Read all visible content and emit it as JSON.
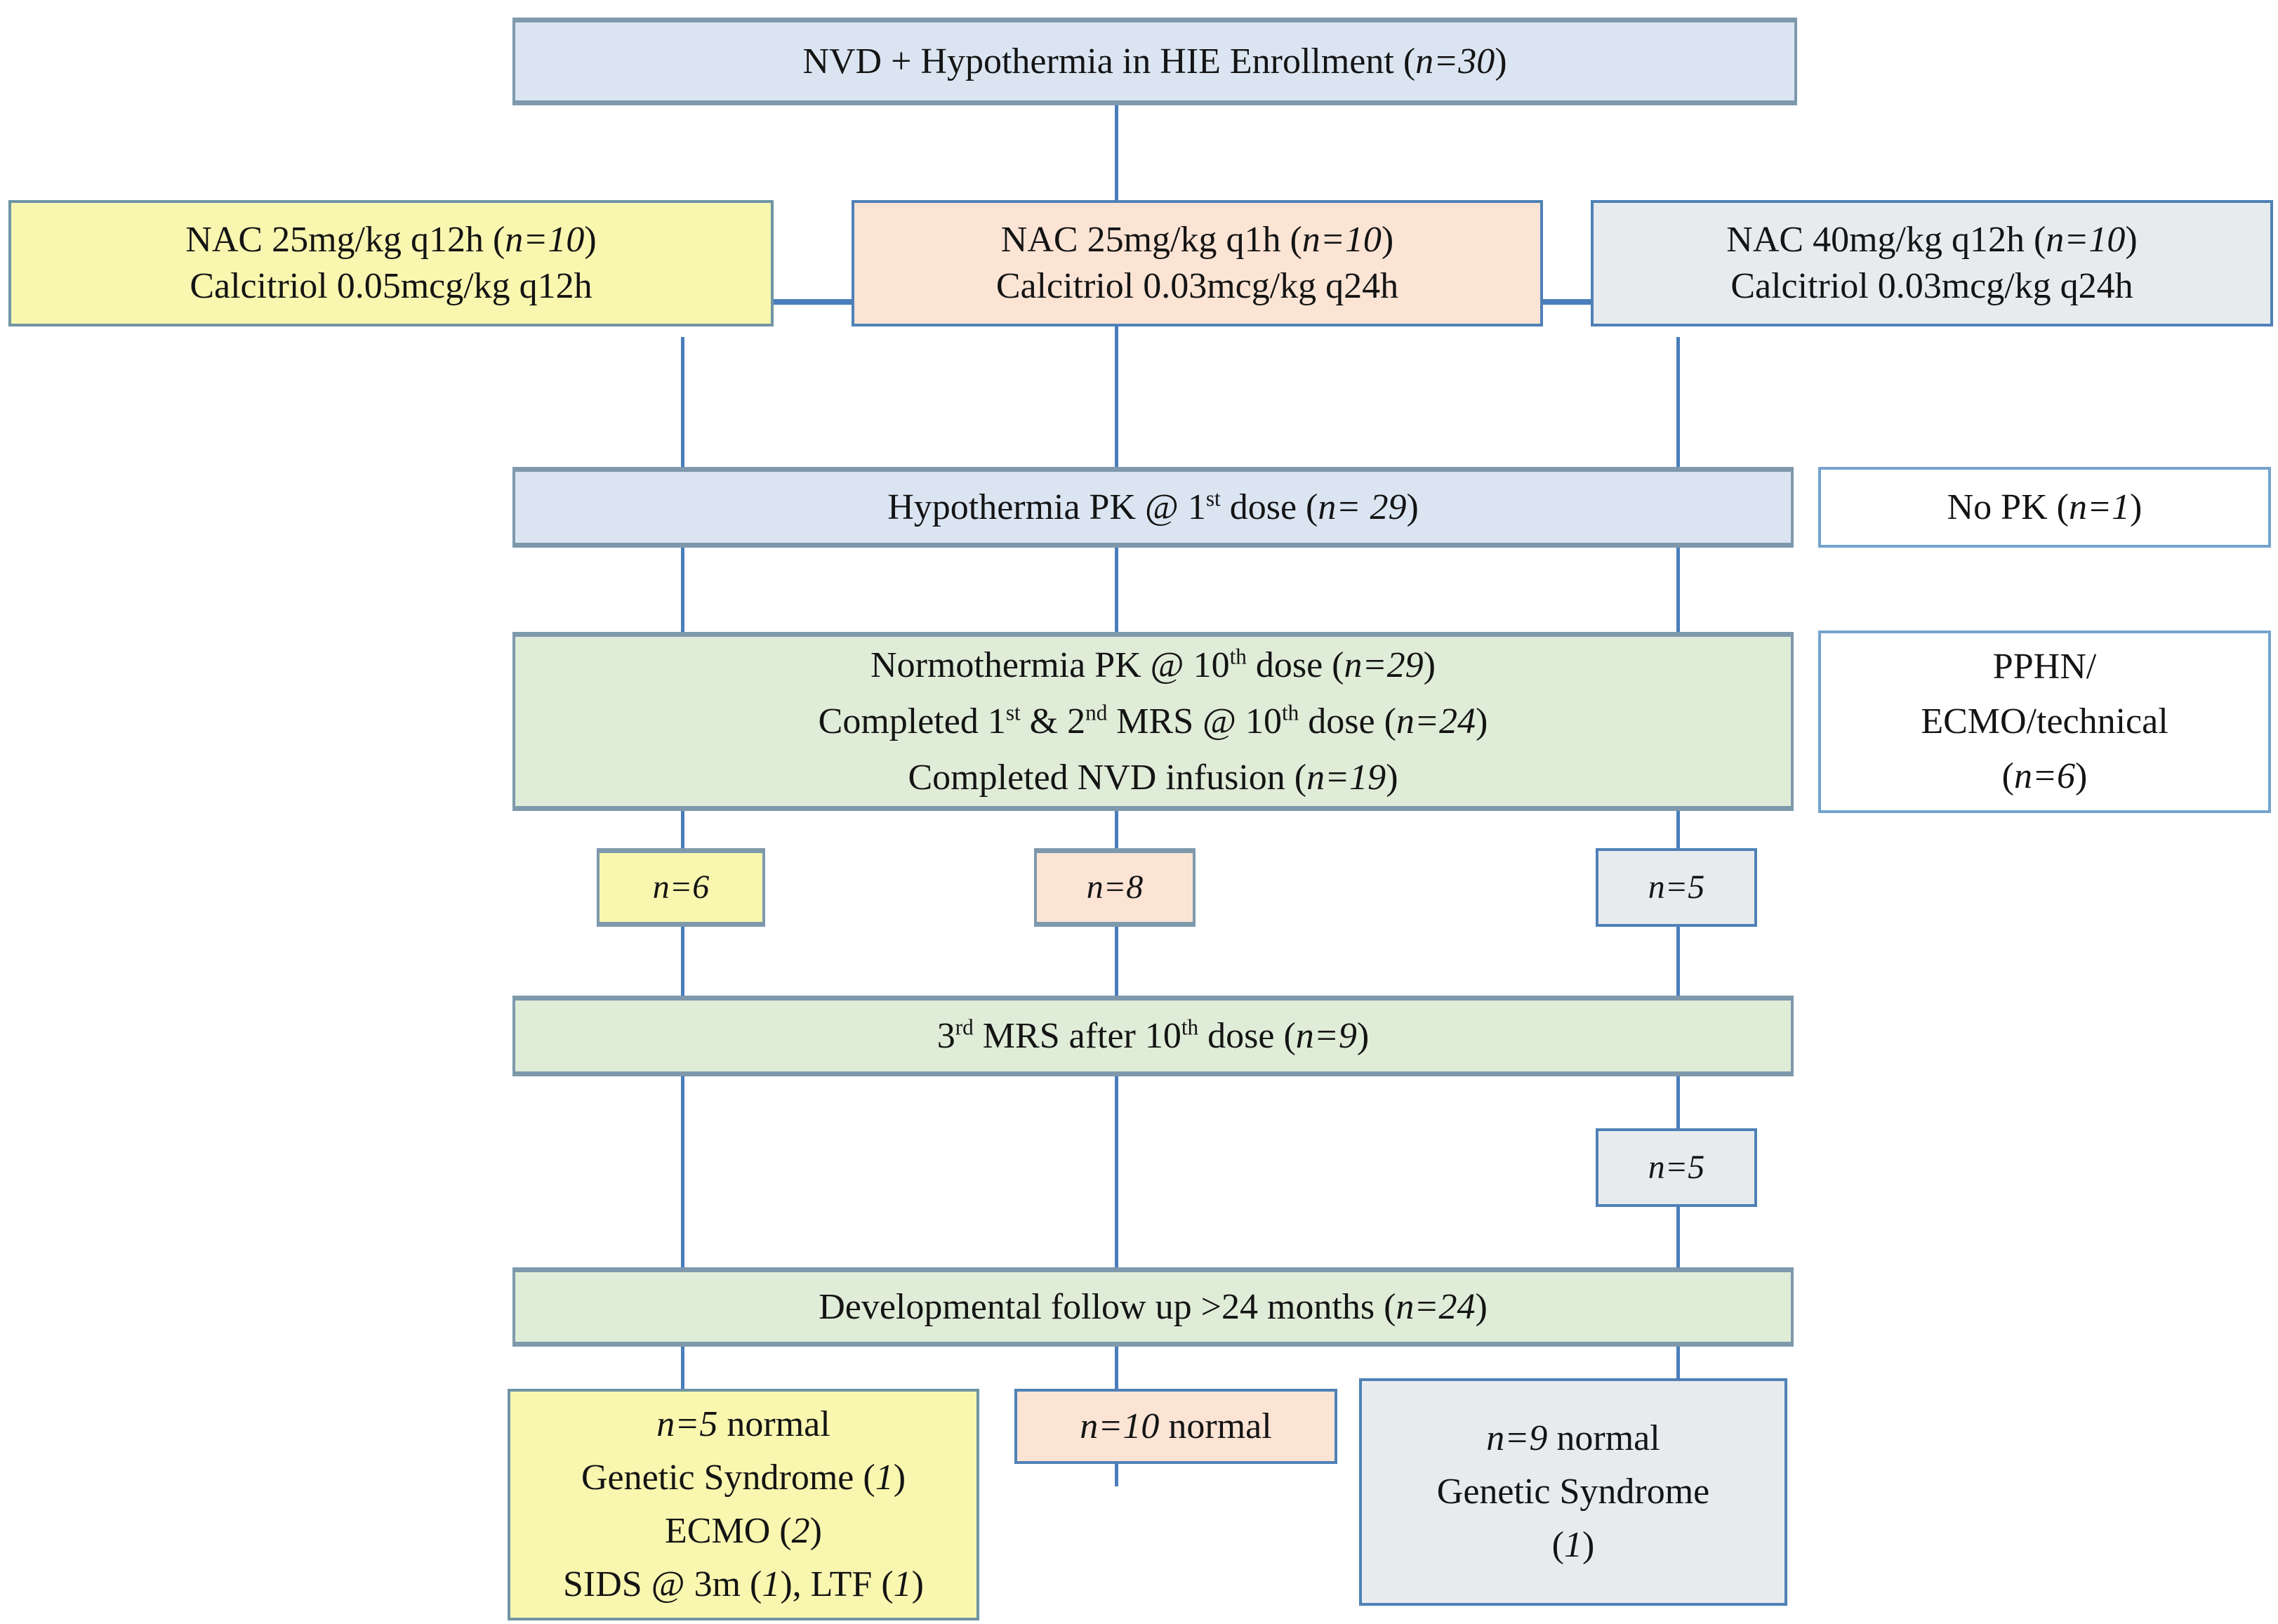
{
  "colors": {
    "connector_line": "#4a7ebb",
    "fill_blue": "#dbe5f2",
    "fill_yellow": "#f9f6b0",
    "fill_peach": "#fce4d5",
    "fill_gray": "#e8ebee",
    "fill_green": "#dfecd8",
    "fill_white": "#ffffff"
  },
  "boxes": {
    "enrollment": {
      "t1": "NVD + Hypothermia in HIE Enrollment (",
      "n": "n=30",
      "t2": ")"
    },
    "arm_left": {
      "line1": {
        "t1": "NAC 25mg/kg q12h (",
        "n": "n=10",
        "t2": ")"
      },
      "line2": "Calcitriol 0.05mcg/kg q12h"
    },
    "arm_mid": {
      "line1": {
        "t1": "NAC 25mg/kg q1h (",
        "n": "n=10",
        "t2": ")"
      },
      "line2": "Calcitriol 0.03mcg/kg q24h"
    },
    "arm_right": {
      "line1": {
        "t1": "NAC 40mg/kg q12h (",
        "n": "n=10",
        "t2": ")"
      },
      "line2": "Calcitriol 0.03mcg/kg q24h"
    },
    "hypothermia_pk": {
      "t1": "Hypothermia PK @ 1",
      "s1": "st",
      "t2": " dose (",
      "n": "n= 29",
      "t3": ")"
    },
    "no_pk": {
      "t1": "No PK (",
      "n": "n=1",
      "t2": ")"
    },
    "normothermia": {
      "line1": {
        "t1": "Normothermia PK @ 10",
        "s1": "th",
        "t2": " dose (",
        "n": "n=29",
        "t3": ")"
      },
      "line2": {
        "t1": "Completed 1",
        "s1": "st",
        "t2": " & 2",
        "s2": "nd",
        "t3": " MRS @ 10",
        "s3": "th",
        "t4": " dose (",
        "n": "n=24",
        "t5": ")"
      },
      "line3": {
        "t1": "Completed NVD infusion (",
        "n": "n=19",
        "t2": ")"
      }
    },
    "pphn": {
      "line1": "PPHN/",
      "line2": "ECMO/technical",
      "line3": {
        "t1": "(",
        "n": "n=6",
        "t2": ")"
      }
    },
    "n6": "n=6",
    "n8": "n=8",
    "n5a": "n=5",
    "n5b": "n=5",
    "mrs3": {
      "t1": "3",
      "s1": "rd",
      "t2": " MRS after 10",
      "s2": "th",
      "t3": " dose (",
      "n": "n=9",
      "t4": ")"
    },
    "followup": {
      "t1": "Developmental follow up >24 months (",
      "n": "n=24",
      "t2": ")"
    },
    "outcome_left": {
      "line1": {
        "n": "n=5",
        "t1": " normal"
      },
      "line2": {
        "t1": "Genetic Syndrome (",
        "n": "1",
        "t2": ")"
      },
      "line3": {
        "t1": "ECMO (",
        "n": "2",
        "t2": ")"
      },
      "line4": {
        "t1": "SIDS @ 3m (",
        "n1": "1",
        "t2": "), LTF (",
        "n2": "1",
        "t3": ")"
      }
    },
    "outcome_mid": {
      "n": "n=10",
      "t1": " normal"
    },
    "outcome_right": {
      "line1": {
        "n": "n=9",
        "t1": " normal"
      },
      "line2": "Genetic Syndrome",
      "line3": {
        "t1": "(",
        "n": "1",
        "t2": ")"
      }
    }
  }
}
